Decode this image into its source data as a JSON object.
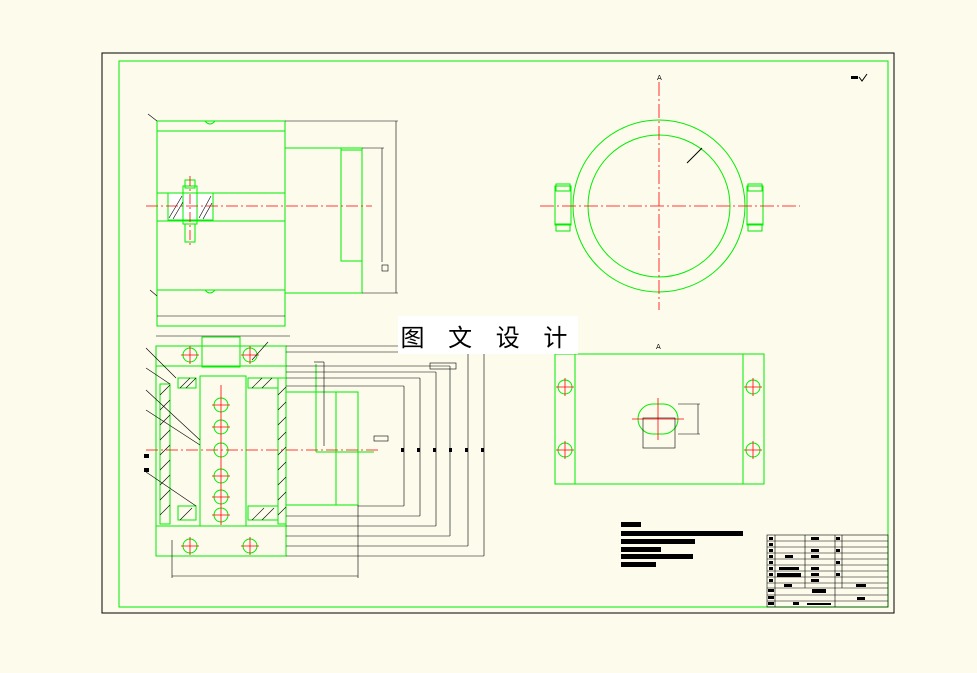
{
  "drawing": {
    "section_label_top": "A",
    "section_label_view": "A",
    "watermark": "图 文 设 计"
  },
  "colors": {
    "background": "#fdfbec",
    "outline": "#00ee00",
    "border": "#000000",
    "centerline": "#ff0000",
    "notes": "#000000"
  }
}
